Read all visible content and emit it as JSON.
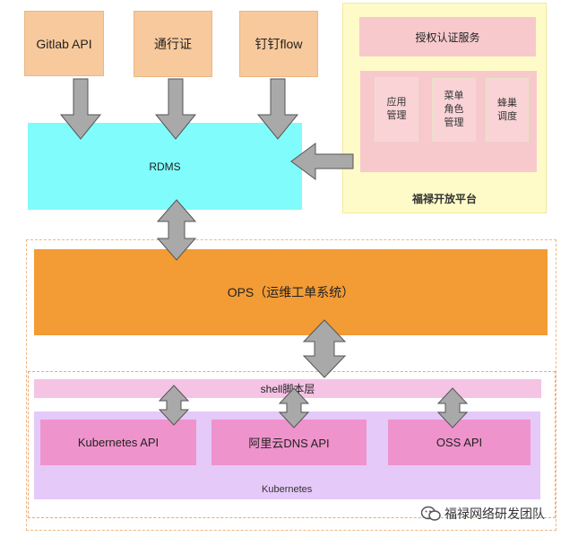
{
  "sources": {
    "gitlab": "Gitlab API",
    "pass": "通行证",
    "dingding": "钉钉flow"
  },
  "rdms": "RDMS",
  "platform": {
    "auth": "授权认证服务",
    "modules": [
      [
        "应用",
        "管理"
      ],
      [
        "菜单",
        "角色",
        "管理"
      ],
      [
        "蜂巢",
        "调度"
      ]
    ],
    "title": "福禄开放平台"
  },
  "ops": "OPS（运维工单系统）",
  "shell": "shell脚本层",
  "apis": {
    "k8s_api": "Kubernetes API",
    "dns_api": "阿里云DNS API",
    "oss_api": "OSS API"
  },
  "kubernetes_label": "Kubernetes",
  "watermark": "福禄网络研发团队",
  "colors": {
    "source_box": "#f8c99c",
    "rdms": "#7ffcfb",
    "platform": "#fffbc8",
    "ops": "#f39b35",
    "shell": "#f5c3e4",
    "kubernetes": "#e5c9f9",
    "api_box": "#ef93cc",
    "arrow_fill": "#a9a9a9"
  }
}
